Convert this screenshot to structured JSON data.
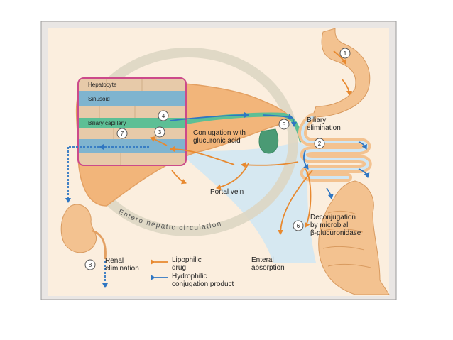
{
  "colors": {
    "frame": "#e9e6e4",
    "panel": "#fbeede",
    "liver": "#f2b57a",
    "liver_dark": "#e3a062",
    "gut": "#f3c290",
    "gallbladder": "#4a9a74",
    "bile": "#5dbf95",
    "portal_blue": "#cfe6f4",
    "sinusoid": "#7fb4cf",
    "hepatocyte": "#e7caa9",
    "box_border": "#cc4a8a",
    "lipophilic_arrow": "#e8892f",
    "hydrophilic_arrow": "#2f76c2",
    "circulation_ring": "#ddd6c3"
  },
  "inset": {
    "hepatocyte": "Hepatocyte",
    "sinusoid": "Sinusoid",
    "biliary_capillary": "Biliary capillary"
  },
  "labels": {
    "conjugation": [
      "Conjugation with",
      "glucuronic acid"
    ],
    "biliary_elimination": [
      "Biliary",
      "elimination"
    ],
    "portal_vein": "Portal vein",
    "circulation": "Entero hepatic circulation",
    "deconjugation": [
      "Deconjugation",
      "by microbial",
      "β-glucuronidase"
    ],
    "enteral": [
      "Enteral",
      "absorption"
    ],
    "renal": [
      "Renal",
      "elimination"
    ]
  },
  "steps": [
    "1",
    "2",
    "3",
    "4",
    "5",
    "6",
    "7",
    "8"
  ],
  "legend": {
    "lipophilic": [
      "Lipophilic",
      "drug"
    ],
    "hydrophilic": [
      "Hydrophilic",
      "conjugation product"
    ]
  }
}
